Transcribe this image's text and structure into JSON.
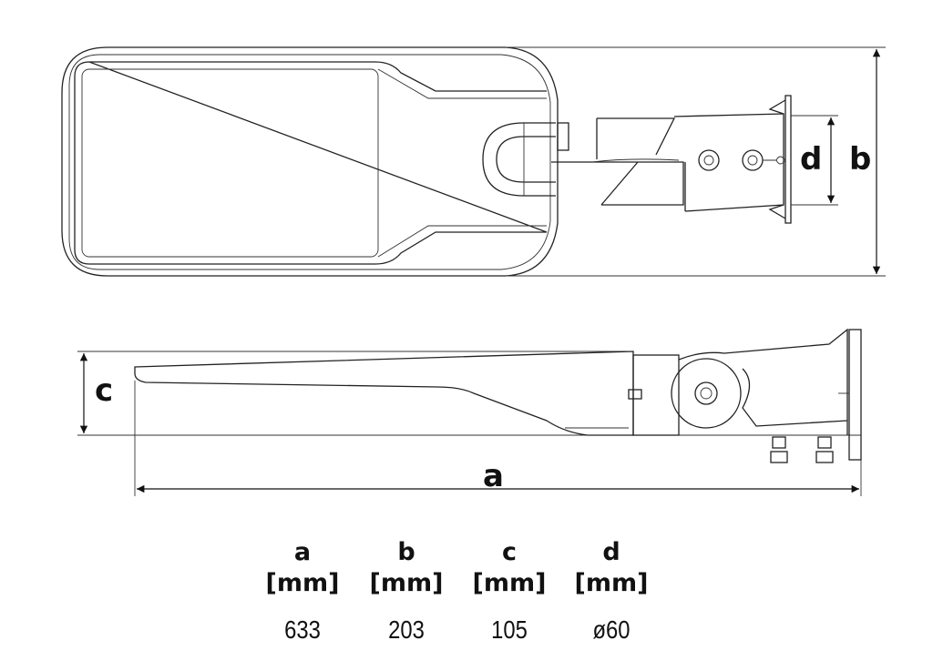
{
  "drawing": {
    "labels": {
      "a": "a",
      "b": "b",
      "c": "c",
      "d": "d"
    }
  },
  "table": {
    "columns": [
      {
        "letter": "a",
        "unit": "[mm]",
        "value": "633"
      },
      {
        "letter": "b",
        "unit": "[mm]",
        "value": "203"
      },
      {
        "letter": "c",
        "unit": "[mm]",
        "value": "105"
      },
      {
        "letter": "d",
        "unit": "[mm]",
        "value": "ø60"
      }
    ]
  }
}
